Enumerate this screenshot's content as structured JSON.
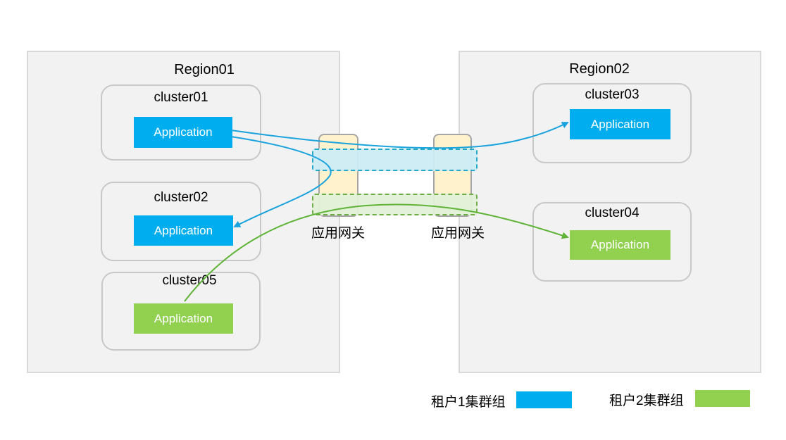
{
  "regions": [
    {
      "title": "Region01"
    },
    {
      "title": "Region02"
    }
  ],
  "clusters": {
    "c01": {
      "title": "cluster01",
      "app": "Application"
    },
    "c02": {
      "title": "cluster02",
      "app": "Application"
    },
    "c05": {
      "title": "cluster05",
      "app": "Application"
    },
    "c03": {
      "title": "cluster03",
      "app": "Application"
    },
    "c04": {
      "title": "cluster04",
      "app": "Application"
    }
  },
  "gateways": [
    {
      "label": "应用网关"
    },
    {
      "label": "应用网关"
    }
  ],
  "legend": [
    {
      "label": "租户1集群组",
      "color": "#00aeef"
    },
    {
      "label": "租户2集群组",
      "color": "#92d050"
    }
  ],
  "colors": {
    "tenant1": "#00aeef",
    "tenant2": "#92d050",
    "tenant1_link": "#1aa3dc",
    "tenant2_link": "#5fb336"
  }
}
